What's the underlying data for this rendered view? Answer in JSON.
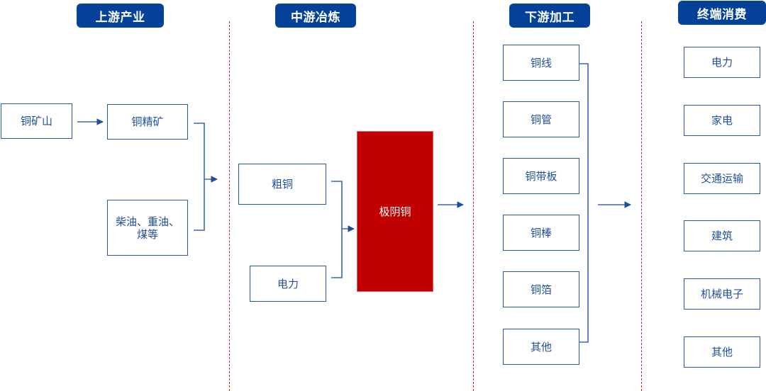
{
  "stages": [
    {
      "title": "上游产业"
    },
    {
      "title": "中游冶炼"
    },
    {
      "title": "下游加工"
    },
    {
      "title": "终端消费"
    }
  ],
  "upstream": {
    "mine": "铜矿山",
    "concentrate": "铜精矿",
    "fuel": "柴油、重油、煤等"
  },
  "midstream": {
    "blister": "粗铜",
    "power": "电力",
    "cathode": "极阴铜"
  },
  "downstream": {
    "items": [
      "铜线",
      "铜管",
      "铜带板",
      "铜棒",
      "铜箔",
      "其他"
    ]
  },
  "consumption": {
    "items": [
      "电力",
      "家电",
      "交通运输",
      "建筑",
      "机械电子",
      "其他"
    ]
  },
  "colors": {
    "header_bg": "#044299",
    "box_border": "#2b5aa3",
    "text": "#1f4f9a",
    "cathode": "#c00000",
    "divider": "#cc2222"
  }
}
